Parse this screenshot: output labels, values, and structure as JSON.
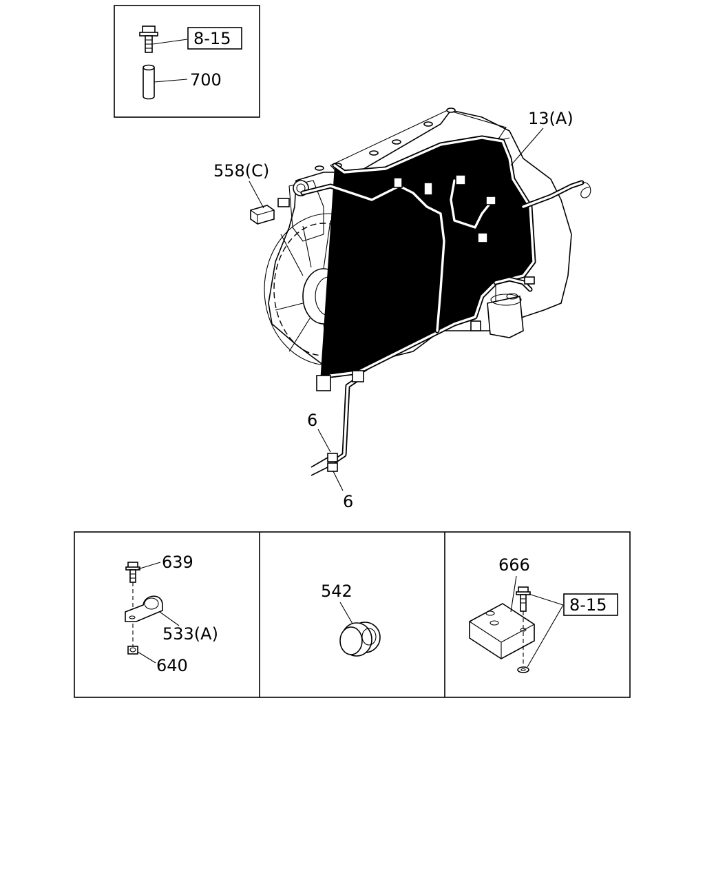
{
  "callouts": {
    "ref_top": "8-15",
    "part_700": "700",
    "part_13a": "13(A)",
    "part_558c": "558(C)",
    "part_6_upper": "6",
    "part_6_lower": "6",
    "part_639": "639",
    "part_533a": "533(A)",
    "part_640": "640",
    "part_542": "542",
    "part_666": "666",
    "ref_bottom": "8-15"
  },
  "icons": [
    "flange-bolt-icon",
    "spacer-collar-icon",
    "engine-assembly-icon",
    "wiring-harness-icon",
    "cooling-fan-icon",
    "connector-icon",
    "p-clip-icon",
    "nut-icon",
    "grommet-icon",
    "bracket-plate-icon",
    "washer-icon"
  ]
}
